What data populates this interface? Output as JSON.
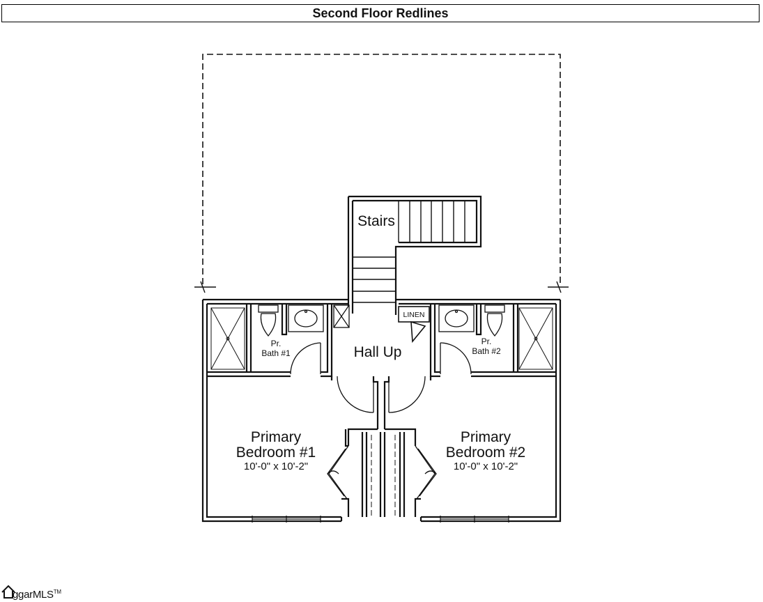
{
  "header": {
    "title": "Second Floor Redlines"
  },
  "rooms": {
    "stairs": "Stairs",
    "linen": "LINEN",
    "hall": "Hall Up",
    "bath1_line1": "Pr.",
    "bath1_line2": "Bath #1",
    "bath2_line1": "Pr.",
    "bath2_line2": "Bath #2",
    "bed1_line1": "Primary",
    "bed1_line2": "Bedroom #1",
    "bed1_dims": "10'-0\" x 10'-2\"",
    "bed2_line1": "Primary",
    "bed2_line2": "Bedroom #2",
    "bed2_dims": "10'-0\" x 10'-2\""
  },
  "logo": {
    "text": "ggarMLS",
    "tm": "TM"
  }
}
